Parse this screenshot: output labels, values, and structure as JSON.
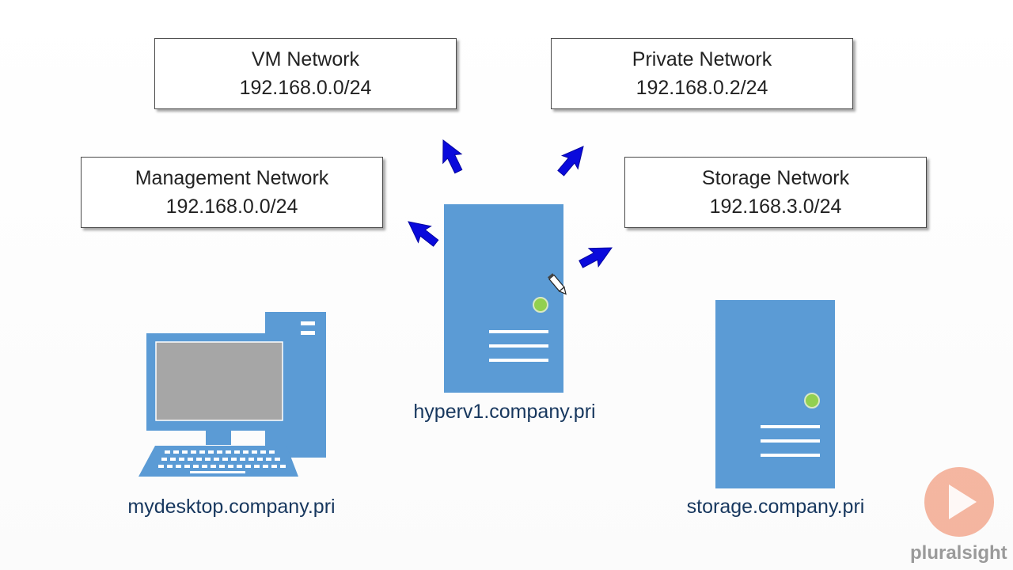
{
  "networks": {
    "vm": {
      "name": "VM Network",
      "subnet": "192.168.0.0/24"
    },
    "private": {
      "name": "Private Network",
      "subnet": "192.168.0.2/24"
    },
    "management": {
      "name": "Management Network",
      "subnet": "192.168.0.0/24"
    },
    "storage": {
      "name": "Storage Network",
      "subnet": "192.168.3.0/24"
    }
  },
  "hosts": {
    "hyperv": {
      "label": "hyperv1.company.pri",
      "icon": "server-tower-icon"
    },
    "desktop": {
      "label": "mydesktop.company.pri",
      "icon": "desktop-computer-icon"
    },
    "storage": {
      "label": "storage.company.pri",
      "icon": "server-tower-icon"
    }
  },
  "branding": {
    "text": "pluralsight",
    "icon": "play-icon"
  },
  "colors": {
    "device": "#5b9bd5",
    "arrow": "#0a0adc",
    "host_label": "#17375e",
    "led": "#92d050",
    "brand": "#ef7b55"
  }
}
